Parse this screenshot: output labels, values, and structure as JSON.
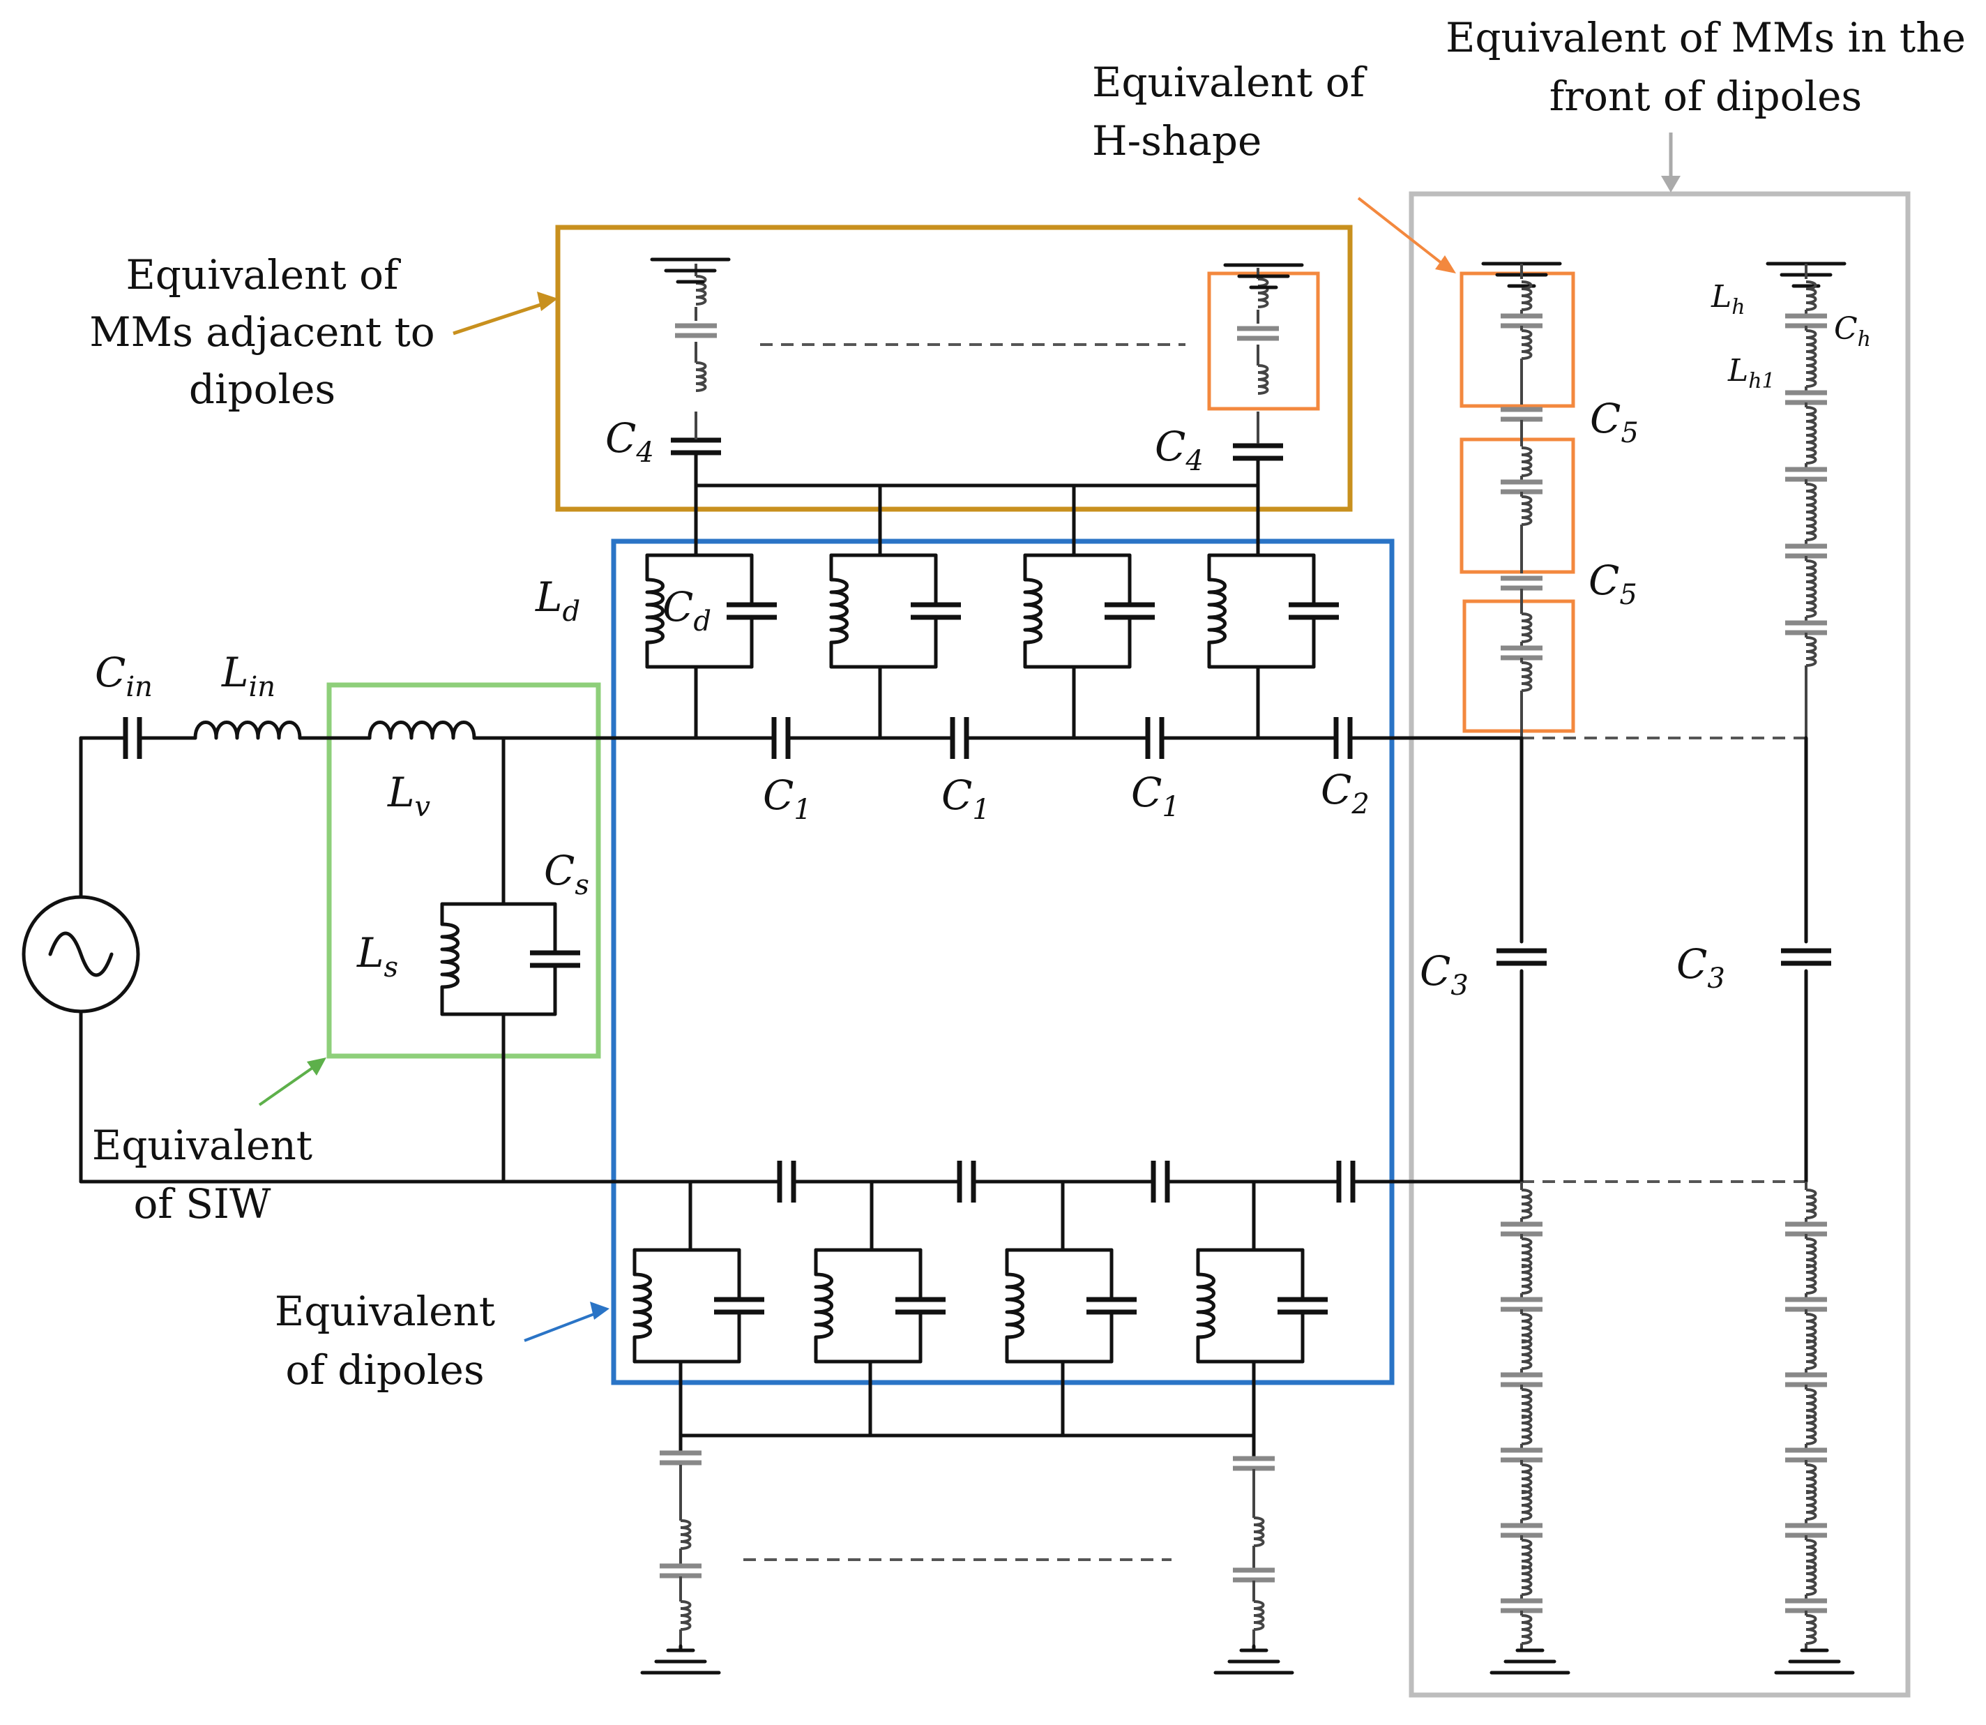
{
  "callouts": {
    "mms_front_line1": "Equivalent of MMs in the",
    "mms_front_line2": "front of dipoles",
    "h_shape_line1": "Equivalent of",
    "h_shape_line2": "H-shape",
    "mms_adjacent_line1": "Equivalent of",
    "mms_adjacent_line2": "MMs adjacent to",
    "mms_adjacent_line3": "dipoles",
    "siw_line1": "Equivalent",
    "siw_line2": "of SIW",
    "dipoles_line1": "Equivalent",
    "dipoles_line2": "of dipoles"
  },
  "components": {
    "c_in": {
      "main": "C",
      "sub": "in"
    },
    "l_in": {
      "main": "L",
      "sub": "in"
    },
    "l_v": {
      "main": "L",
      "sub": "v"
    },
    "c_s": {
      "main": "C",
      "sub": "s"
    },
    "l_s": {
      "main": "L",
      "sub": "s"
    },
    "l_d": {
      "main": "L",
      "sub": "d"
    },
    "c_d": {
      "main": "C",
      "sub": "d"
    },
    "c_1": {
      "main": "C",
      "sub": "1"
    },
    "c_2": {
      "main": "C",
      "sub": "2"
    },
    "c_3": {
      "main": "C",
      "sub": "3"
    },
    "c_4": {
      "main": "C",
      "sub": "4"
    },
    "c_5": {
      "main": "C",
      "sub": "5"
    },
    "l_h": {
      "main": "L",
      "sub": "h"
    },
    "c_h": {
      "main": "C",
      "sub": "h"
    },
    "l_h1": {
      "main": "L",
      "sub": "h1"
    }
  },
  "colors": {
    "mms_adjacent_box": "#c8901e",
    "dipoles_box": "#2a74c6",
    "siw_box": "#8ecf7a",
    "h_shape_box": "#f3883e",
    "mms_front_box": "#bdbdbd",
    "wire": "#111111"
  },
  "icons": {
    "source": "ac-source-icon",
    "ground": "ground-icon"
  }
}
